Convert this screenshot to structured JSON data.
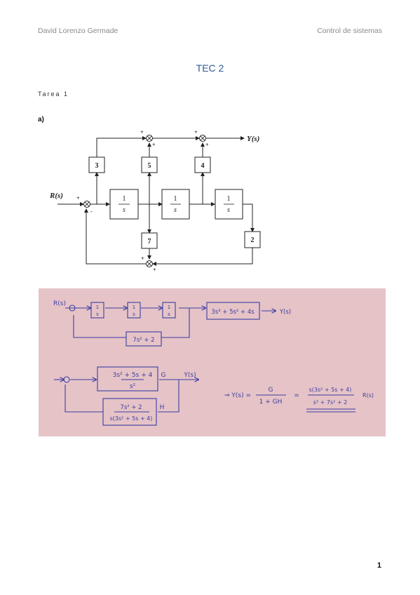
{
  "header": {
    "author": "David Lorenzo Germade",
    "course": "Control de sistemas"
  },
  "title": "TEC 2",
  "task": "Tarea 1",
  "part": "a)",
  "diagram": {
    "input_label": "R(s)",
    "output_label": "Y(s)",
    "integrator_num": "1",
    "integrator_den": "s",
    "gains": {
      "g3": "3",
      "g5": "5",
      "g4": "4",
      "g7": "7",
      "g2": "2"
    },
    "signs": {
      "plus": "+",
      "minus": "-"
    }
  },
  "handwritten": {
    "r_label": "R(s)",
    "y_label": "Y(s)",
    "block_1s": "1",
    "block_s": "s",
    "ff_block": "3s³ + 5s² + 4s",
    "fb_block": "7s² + 2",
    "g_num": "3s² + 5s + 4",
    "g_den": "s²",
    "g_tag": "G",
    "h_num": "7s² + 2",
    "h_den": "s(3s² + 5s + 4)",
    "h_tag": "H",
    "result_lhs": "⇒ Y(s) =",
    "result_frac_num": "G",
    "result_frac_den": "1 + GH",
    "result_eq": "=",
    "result_num": "s(3s² + 5s + 4)",
    "result_den": "s³ + 7s² + 2",
    "result_r": "R(s)"
  },
  "page_number": "1"
}
